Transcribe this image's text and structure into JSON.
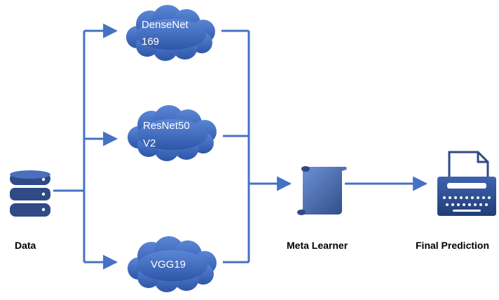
{
  "models": [
    {
      "line1": "DenseNet",
      "line2": "169"
    },
    {
      "line1": "ResNet50",
      "line2": "V2"
    },
    {
      "line1": "VGG19",
      "line2": ""
    }
  ],
  "data_label": "Data",
  "meta_learner_label": "Meta Learner",
  "final_prediction_label": "Final Prediction",
  "colors": {
    "connector": "#4472c4",
    "cloud_top": "#5b86d6",
    "cloud_bottom": "#2e56a8",
    "icon_dark": "#2f4a85",
    "icon_mid": "#3f63b0",
    "icon_light": "#6f94d8"
  },
  "icons": {
    "data": "database-icon",
    "meta_learner": "scroll-icon",
    "final_prediction": "printer-icon"
  }
}
